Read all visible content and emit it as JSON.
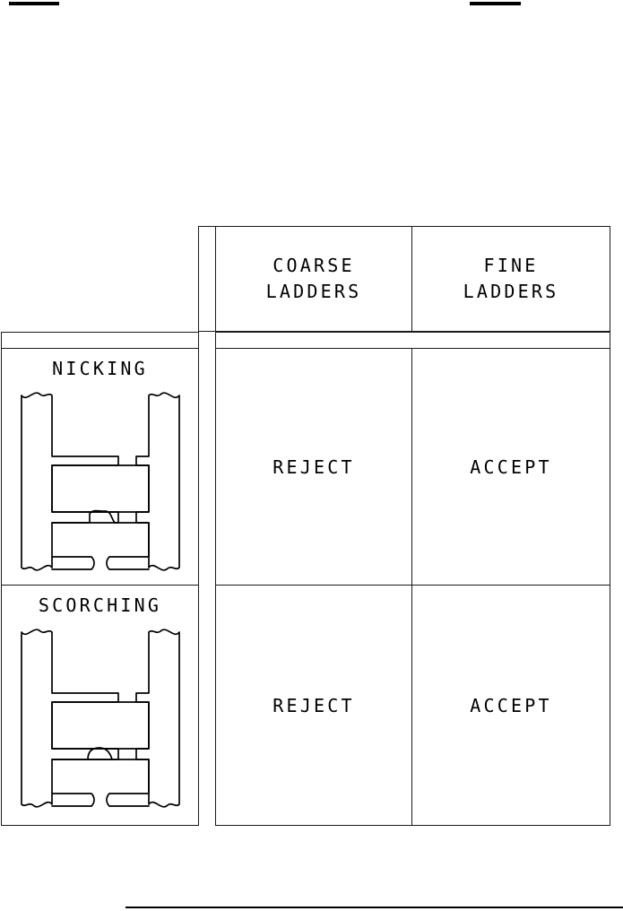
{
  "figure": {
    "kind": "acceptance-criteria-table",
    "top_marks": [
      {
        "name": "top-bar-left"
      },
      {
        "name": "top-bar-right"
      }
    ],
    "bottom_rule": {
      "name": "bottom-rule"
    },
    "table": {
      "column_headers": [
        {
          "id": "coarse",
          "label": "COARSE\nLADDERS"
        },
        {
          "id": "fine",
          "label": "FINE\nLADDERS"
        }
      ],
      "rows": [
        {
          "id": "nicking",
          "label": "NICKING",
          "diagram": "ladder-with-nick",
          "cells": [
            {
              "column": "coarse",
              "verdict": "REJECT"
            },
            {
              "column": "fine",
              "verdict": "ACCEPT"
            }
          ]
        },
        {
          "id": "scorching",
          "label": "SCORCHING",
          "diagram": "ladder-with-scorch",
          "cells": [
            {
              "column": "coarse",
              "verdict": "REJECT"
            },
            {
              "column": "fine",
              "verdict": "ACCEPT"
            }
          ]
        }
      ]
    },
    "colors": {
      "ink": "#000000",
      "rule": "#1a1a1a",
      "paper": "#ffffff"
    }
  }
}
